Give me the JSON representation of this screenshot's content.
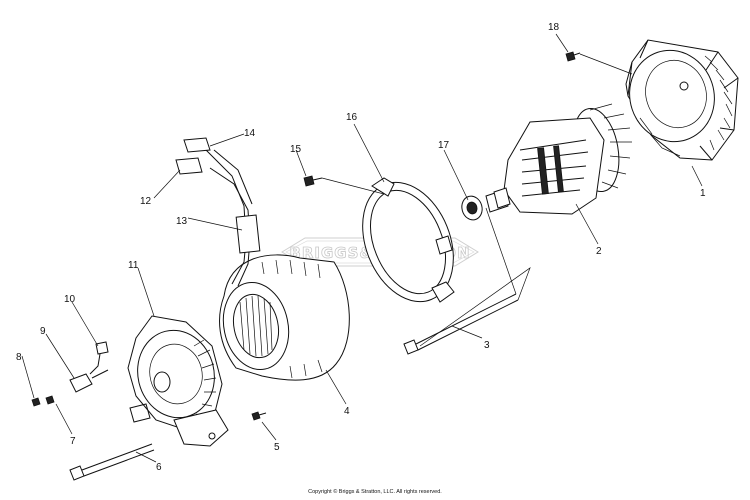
{
  "callouts": [
    "1",
    "2",
    "3",
    "4",
    "5",
    "6",
    "7",
    "8",
    "9",
    "10",
    "11",
    "12",
    "13",
    "14",
    "15",
    "16",
    "17",
    "18"
  ],
  "watermark": "BRIGGS&STRATTON",
  "copyright": "Copyright © Briggs & Stratton, LLC. All rights reserved."
}
